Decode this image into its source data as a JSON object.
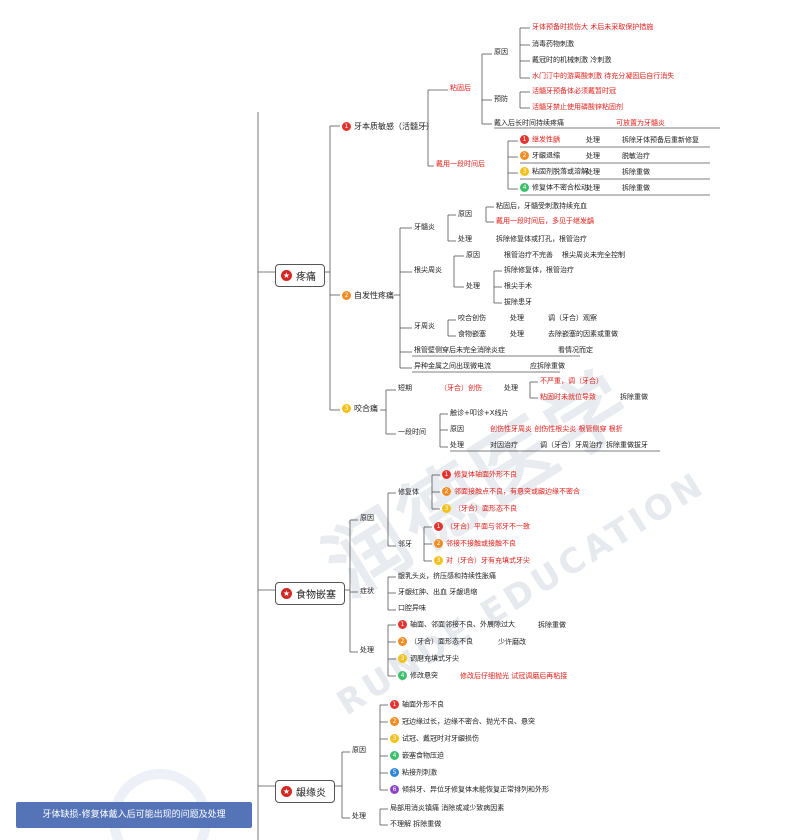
{
  "title": "牙体缺损-修复体戴入后可能出现的问题及处理",
  "watermark": {
    "chinese": "润德医学",
    "english": "RUNDE EDUCATION"
  },
  "badge_colors": [
    "#e3342f",
    "#f08c21",
    "#f3c11b",
    "#3cbf6d",
    "#2f86d6",
    "#8c46c4"
  ],
  "roots": [
    {
      "id": "pain",
      "label": "疼痛"
    },
    {
      "id": "food",
      "label": "食物嵌塞"
    },
    {
      "id": "gum",
      "label": "龈缘炎"
    }
  ],
  "pain": {
    "s1": {
      "num": "1",
      "label": "牙本质敏感（活髓牙）"
    },
    "s1_branch_a": "粘固后",
    "s1_branch_b": "戴用一段时间后",
    "s1_cause": "原因",
    "s1_causes": [
      "牙体预备时损伤大  术后未采取保护措施",
      "消毒药物刺激",
      "戴冠时的机械刺激  冷刺激",
      "水门汀中的游离酸刺激  待充分凝固后自行消失"
    ],
    "s1_prevent": "预防",
    "s1_prevents": [
      "活髓牙预备体必须戴暂时冠",
      "活髓牙禁止使用磷酸锌粘固剂"
    ],
    "s1_late": "戴入后长时间持续疼痛",
    "s1_late_act": "可放置为牙髓炎",
    "s1_b_items": [
      {
        "num": "1",
        "cause": "继发性龋",
        "act": "处理",
        "fix": "拆除牙体预备后重新修复"
      },
      {
        "num": "2",
        "cause": "牙龈退缩",
        "act": "处理",
        "fix": "脱敏治疗"
      },
      {
        "num": "3",
        "cause": "粘固剂脱落或溶解",
        "act": "处理",
        "fix": "拆除重做"
      },
      {
        "num": "4",
        "cause": "修复体不密合松动",
        "act": "处理",
        "fix": "拆除重做"
      }
    ],
    "s2": {
      "num": "2",
      "label": "自发性疼痛"
    },
    "pulpitis": "牙髓炎",
    "pulp_cause": "原因",
    "pulp_causes": [
      "粘固后，牙髓受刺激持续充血",
      "戴用一段时间后，多见于继发龋"
    ],
    "pulp_act": "处理",
    "pulp_fix": "拆除修复体或打孔，根管治疗",
    "apical": "根尖周炎",
    "apical_cause": "原因",
    "apical_causes": [
      "根管治疗不完善",
      "根尖周炎未完全控制"
    ],
    "apical_act": "处理",
    "apical_fixes": [
      "拆除修复体，根管治疗",
      "根尖手术",
      "拔除患牙"
    ],
    "perio": "牙周炎",
    "perio_rows": [
      {
        "a": "咬合创伤",
        "b": "处理",
        "c": "调（牙合）观察"
      },
      {
        "a": "食物嵌塞",
        "b": "处理",
        "c": "去除嵌塞的因素或重做"
      }
    ],
    "root_perf": "根管壁侧穿后未完全消除炎症",
    "root_perf_act": "看情况而定",
    "galvanic": "异种金属之间出现微电流",
    "galvanic_act": "应拆除重做",
    "s3": {
      "num": "3",
      "label": "咬合痛"
    },
    "short": "短期",
    "short_cause": "（牙合）创伤",
    "short_act": "处理",
    "short_fixes": [
      "不严重，调（牙合）",
      "粘固时未就位导致"
    ],
    "short_fix2": "拆除重做",
    "long": "一段时间",
    "long_exam": "触诊+叩诊+X线片",
    "long_cause": "原因",
    "long_causes": "创伤性牙周炎  创伤性根尖炎  根管侧穿  根折",
    "long_act": "处理",
    "long_fixes": [
      "对因治疗",
      "调（牙合）牙周治疗",
      "拆除重做拔牙"
    ]
  },
  "food": {
    "cause": "原因",
    "rest": "修复体",
    "rest_items": [
      {
        "num": "1",
        "text": "修复体轴面外形不良"
      },
      {
        "num": "2",
        "text": "邻面接触点不良，有悬突或龈边缘不密合"
      },
      {
        "num": "3",
        "text": "（牙合）面形态不良"
      }
    ],
    "adj": "邻牙",
    "adj_items": [
      {
        "num": "1",
        "text": "（牙合）平面与邻牙不一致"
      },
      {
        "num": "2",
        "text": "邻接不接触或接触不良"
      },
      {
        "num": "3",
        "text": "对（牙合）牙有充填式牙尖"
      }
    ],
    "sym": "症状",
    "sym_items": [
      "龈乳头炎，挤压感和持续性胀痛",
      "牙龈红肿、出血  牙龈退缩",
      "口腔异味"
    ],
    "treat": "处理",
    "treat_items": [
      {
        "num": "1",
        "text": "轴面、邻面邻接不良、外展隙过大",
        "fix": "拆除重做"
      },
      {
        "num": "2",
        "text": "（牙合）面形态不良",
        "fix": "少许磨改"
      },
      {
        "num": "3",
        "text": "调磨充填式牙尖",
        "fix": ""
      },
      {
        "num": "4",
        "text": "修改悬突",
        "fix": "修改后仔细抛光  试冠调磨后再粘接"
      }
    ]
  },
  "gum": {
    "cause": "原因",
    "items": [
      {
        "num": "1",
        "text": "轴面外形不良"
      },
      {
        "num": "2",
        "text": "冠边缘过长，边缘不密合、抛光不良、悬突"
      },
      {
        "num": "3",
        "text": "试冠、戴冠时对牙龈损伤"
      },
      {
        "num": "4",
        "text": "嵌塞食物压迫"
      },
      {
        "num": "5",
        "text": "粘接剂刺激"
      },
      {
        "num": "6",
        "text": "倾斜牙、异位牙修复体未能恢复正常排列和外形"
      }
    ],
    "treat": "处理",
    "treat_items": [
      "局部用消炎镇痛  消除或减少致病因素",
      "不理解  拆除重做"
    ]
  }
}
